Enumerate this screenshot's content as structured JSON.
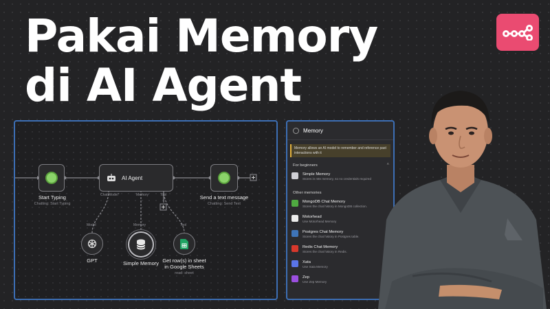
{
  "headline": {
    "line1": "Pakai Memory",
    "line2": "di AI Agent"
  },
  "brand": {
    "accent": "#ea4b71",
    "logo_icon": "n8n-logo-icon"
  },
  "workflow": {
    "trigger": {
      "title": "Start Typing",
      "subtitle": "Chatting: Start Typing"
    },
    "agent": {
      "title": "AI Agent",
      "port_model": "Chat Model*",
      "port_memory": "Memory",
      "port_tool": "Tool"
    },
    "send": {
      "title": "Send a text message",
      "subtitle": "Chatting: Send Text"
    },
    "model": {
      "tag": "Model",
      "title": "GPT"
    },
    "memory": {
      "tag": "Memory",
      "title": "Simple Memory"
    },
    "tool": {
      "tag": "Tool",
      "title_line1": "Get row(s) in sheet",
      "title_line2": "in Google Sheets",
      "subtitle": "read: sheet"
    }
  },
  "memory_panel": {
    "title": "Memory",
    "note": "Memory allows an AI model to remember and reference past interactions with it",
    "section_beginners": "For beginners",
    "beginners": [
      {
        "name": "Simple Memory",
        "desc": "Stores in n8n memory, so no credentials required",
        "icon": "database-icon",
        "color": "#cfcfd4"
      }
    ],
    "section_other": "Other memories",
    "others": [
      {
        "name": "MongoDB Chat Memory",
        "desc": "Stores the chat history in MongoDB collection.",
        "icon": "mongodb-icon",
        "color": "#4faa41"
      },
      {
        "name": "Motorhead",
        "desc": "Use Motorhead Memory",
        "icon": "motorhead-icon",
        "color": "#ececec"
      },
      {
        "name": "Postgres Chat Memory",
        "desc": "Stores the chat history in Postgres table.",
        "icon": "postgres-icon",
        "color": "#3e74b8"
      },
      {
        "name": "Redis Chat Memory",
        "desc": "Stores the chat history in Redis.",
        "icon": "redis-icon",
        "color": "#d8382c"
      },
      {
        "name": "Xata",
        "desc": "Use Xata Memory",
        "icon": "xata-icon",
        "color": "#5a74e8"
      },
      {
        "name": "Zep",
        "desc": "Use Zep Memory",
        "icon": "zep-icon",
        "color": "#9b4fe0"
      }
    ]
  }
}
